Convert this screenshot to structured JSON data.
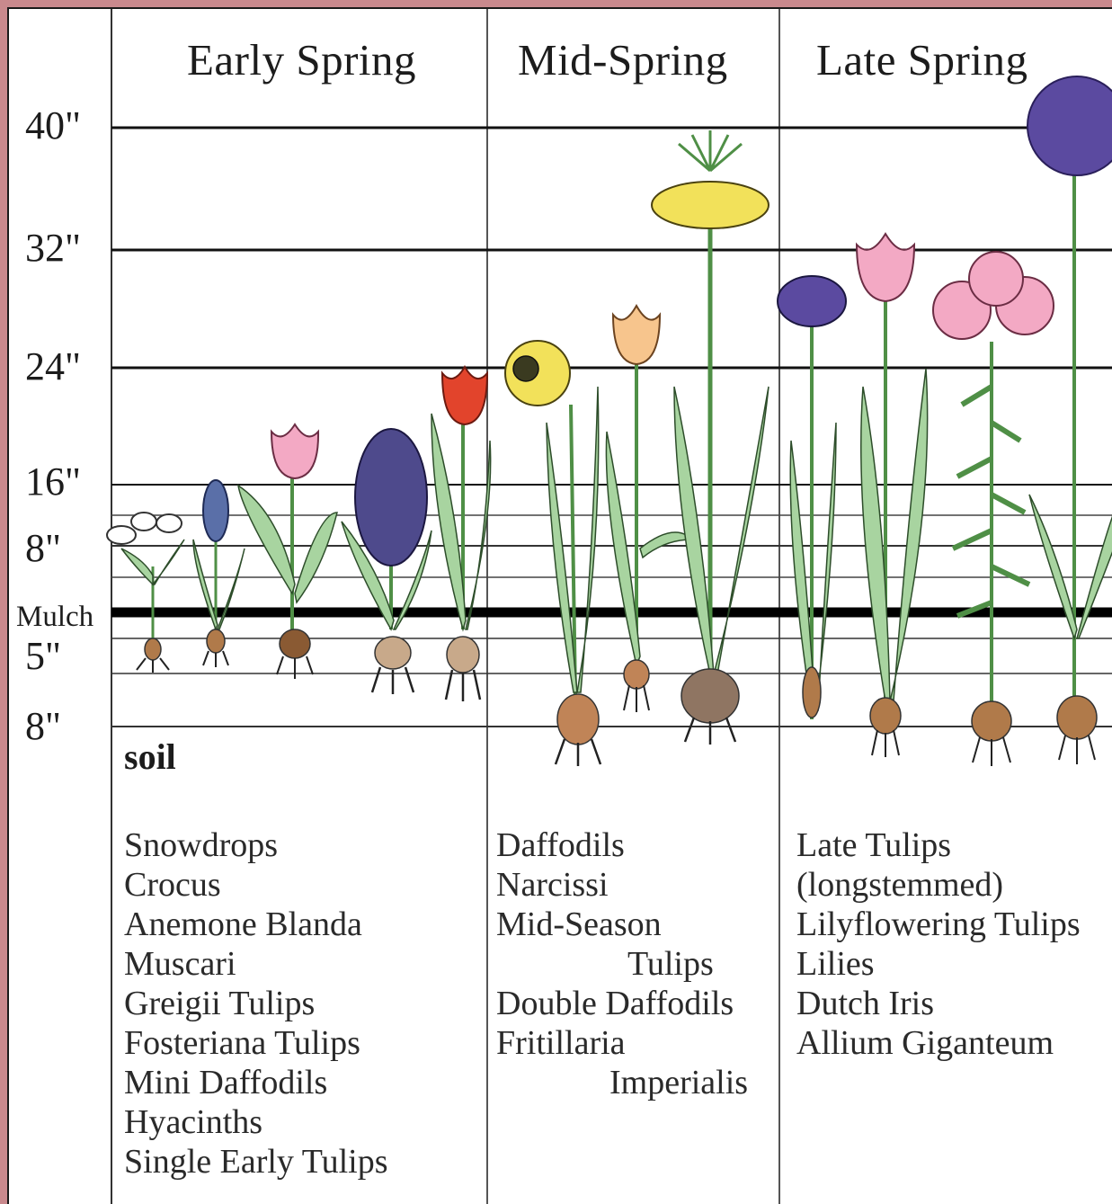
{
  "seasons": [
    {
      "label": "Early Spring"
    },
    {
      "label": "Mid-Spring"
    },
    {
      "label": "Late Spring"
    }
  ],
  "height_labels": {
    "h40": "40\"",
    "h32": "32\"",
    "h24": "24\"",
    "h16": "16\"",
    "h8": "8\"",
    "mulch": "Mulch",
    "d5": "5\"",
    "d8": "8\""
  },
  "soil_label": "soil",
  "lists": {
    "early": [
      "Snowdrops",
      "Crocus",
      "Anemone Blanda",
      "Muscari",
      "Greigii Tulips",
      "Fosteriana Tulips",
      "Mini Daffodils",
      "Hyacinths",
      "Single Early Tulips"
    ],
    "mid": [
      "Daffodils",
      "Narcissi",
      "Mid-Season",
      "Tulips",
      "Double Daffodils",
      "Fritillaria",
      "Imperialis"
    ],
    "late": [
      "Late Tulips",
      "(longstemmed)",
      "Lilyflowering Tulips",
      "Lilies",
      "Dutch Iris",
      "Allium Giganteum"
    ]
  },
  "colors": {
    "stem": "#4f8f46",
    "leaf": "#a8d4a0",
    "bulb": "#b07a4a",
    "yellow": "#f2e15a",
    "red": "#e2442c",
    "pink": "#f3a9c4",
    "purple": "#5b4aa0",
    "peach": "#f7c58d"
  }
}
